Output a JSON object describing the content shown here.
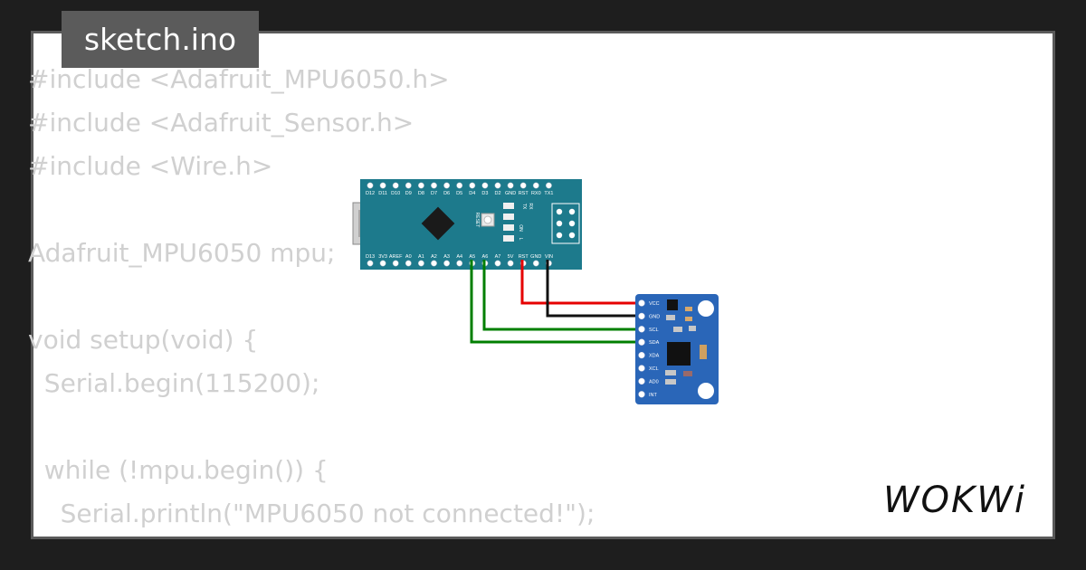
{
  "file_tab": {
    "label": "sketch.ino"
  },
  "code_lines": [
    "#include <Adafruit_MPU6050.h>",
    "#include <Adafruit_Sensor.h>",
    "#include <Wire.h>",
    "",
    "Adafruit_MPU6050 mpu;",
    "",
    "void setup(void) {",
    "  Serial.begin(115200);",
    "",
    "  while (!mpu.begin()) {",
    "    Serial.println(\"MPU6050 not connected!\");"
  ],
  "nano": {
    "top_pins": [
      "D12",
      "D11",
      "D10",
      "D9",
      "D8",
      "D7",
      "D6",
      "D5",
      "D4",
      "D3",
      "D2",
      "GND",
      "RST",
      "RX0",
      "TX1"
    ],
    "bottom_pins": [
      "D13",
      "3V3",
      "AREF",
      "A0",
      "A1",
      "A2",
      "A3",
      "A4",
      "A5",
      "A6",
      "A7",
      "5V",
      "RST",
      "GND",
      "VIN"
    ],
    "reset_label": "RESET",
    "led_labels": [
      "TX",
      "RX",
      "ON",
      "L"
    ]
  },
  "mpu": {
    "pins": [
      "VCC",
      "GND",
      "SCL",
      "SDA",
      "XDA",
      "XCL",
      "AD0",
      "INT"
    ]
  },
  "colors": {
    "board_teal": "#1d7a8c",
    "mpu_blue": "#2a66b8",
    "wire_red": "#e60000",
    "wire_black": "#111111",
    "wire_green": "#007f00"
  },
  "logo": {
    "text": "WOKWi"
  }
}
